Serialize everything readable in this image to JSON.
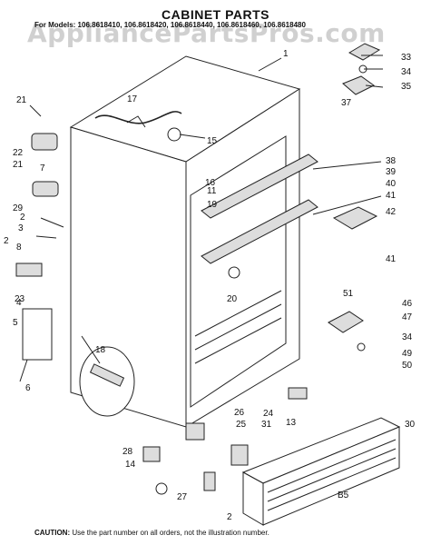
{
  "header": {
    "title": "CABINET PARTS",
    "models": "For Models: 106.8618410, 106.8618420, 106.8618440, 106.8618460, 106.8618480",
    "watermark": "AppliancePartsPros.com"
  },
  "footer": {
    "caution_label": "CAUTION:",
    "caution_text": "Use the part number on all orders, not the illustration number."
  },
  "diagram_code": "B5",
  "callouts": [
    "1",
    "2",
    "2",
    "2",
    "3",
    "4",
    "5",
    "6",
    "7",
    "8",
    "11",
    "13",
    "14",
    "15",
    "16",
    "17",
    "18",
    "19",
    "20",
    "21",
    "21",
    "22",
    "23",
    "24",
    "25",
    "26",
    "27",
    "28",
    "29",
    "30",
    "31",
    "33",
    "34",
    "34",
    "35",
    "37",
    "38",
    "39",
    "40",
    "41",
    "41",
    "42",
    "46",
    "47",
    "49",
    "50",
    "51"
  ]
}
